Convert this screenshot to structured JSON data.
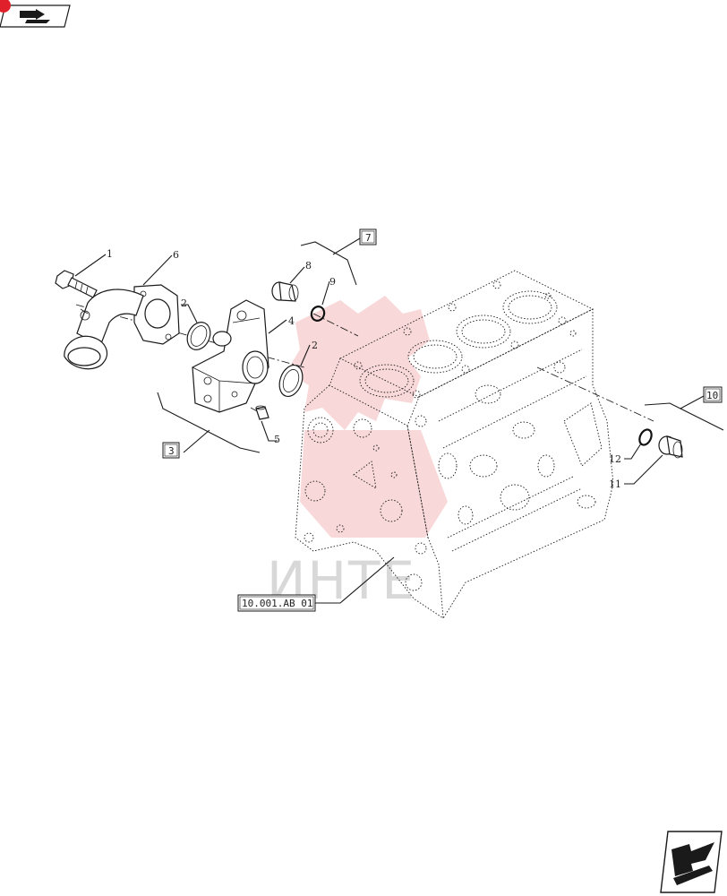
{
  "callouts": [
    {
      "id": "1",
      "text": "1"
    },
    {
      "id": "6",
      "text": "6"
    },
    {
      "id": "2a",
      "text": "2"
    },
    {
      "id": "4",
      "text": "4"
    },
    {
      "id": "2b",
      "text": "2"
    },
    {
      "id": "5",
      "text": "5"
    },
    {
      "id": "8",
      "text": "8"
    },
    {
      "id": "9",
      "text": "9"
    },
    {
      "id": "12",
      "text": "12"
    },
    {
      "id": "11",
      "text": "11"
    }
  ],
  "boxed_refs": {
    "group_3": "3",
    "group_7": "7",
    "group_10": "10",
    "ref_link": "10.001.AB 01"
  },
  "watermark": {
    "text": "ИНТЕ",
    "color": "#f2b8b8"
  },
  "icons": {
    "top_left": "book-arrow-icon",
    "bottom_right": "next-page-arrow-icon"
  }
}
